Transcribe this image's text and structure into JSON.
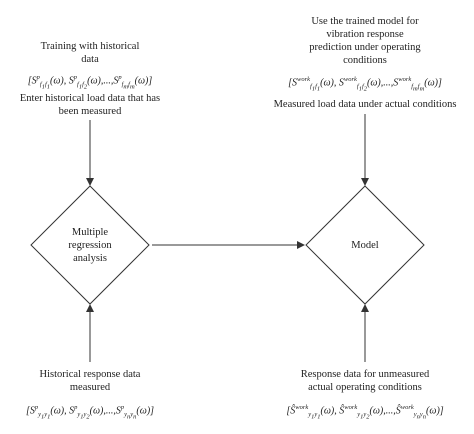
{
  "nodes": {
    "regression": {
      "label_lines": [
        "Multiple",
        "regression",
        "analysis"
      ]
    },
    "model": {
      "label": "Model"
    }
  },
  "left_top": {
    "title_lines": [
      "Training with historical",
      "data"
    ],
    "formula_text": "[S^p_{f1f1}(ω), S^p_{f1f2}(ω),...,S^p_{fmfm}(ω)]",
    "caption_lines": [
      "Enter historical load data that has",
      "been measured"
    ]
  },
  "left_bottom": {
    "title_lines": [
      "Historical response data",
      "measured"
    ],
    "formula_text": "[S^p_{y1y1}(ω), S^p_{y1y2}(ω),...,S^p_{ynyn}(ω)]"
  },
  "right_top": {
    "title_lines": [
      "Use the trained model for",
      "vibration response",
      "prediction under operating",
      "conditions"
    ],
    "formula_text": "[S^work_{f1f1}(ω), S^work_{f1f2}(ω),...,S^work_{fmfm}(ω)]",
    "caption": "Measured load data under actual conditions"
  },
  "right_bottom": {
    "title_lines": [
      "Response data for unmeasured",
      "actual operating conditions"
    ],
    "formula_text": "[Ŝ^work_{y1y1}(ω), Ŝ^work_{y1y2}(ω),...,Ŝ^work_{ynyn}(ω)]"
  },
  "colors": {
    "stroke": "#333333",
    "text": "#222222"
  }
}
